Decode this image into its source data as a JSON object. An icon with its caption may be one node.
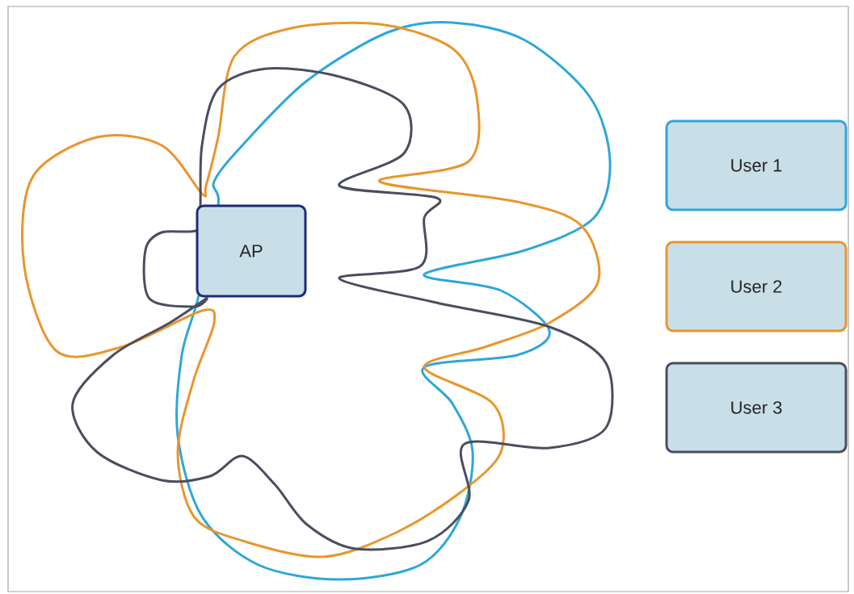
{
  "diagram": {
    "nodes": [
      {
        "text": [
          "AP"
        ]
      },
      {
        "text": [
          "User 1"
        ]
      },
      {
        "text": [
          "User 2"
        ]
      },
      {
        "text": [
          "User 3"
        ]
      }
    ]
  }
}
